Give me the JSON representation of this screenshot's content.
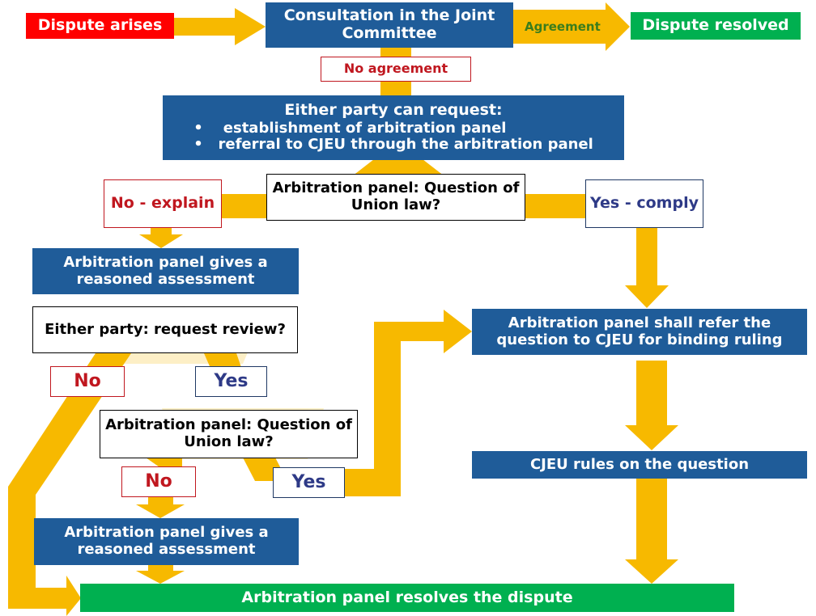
{
  "colors": {
    "arrow": "#f7b900",
    "blue_box": "#1f5c99",
    "red_text": "#c0171f",
    "navy_text": "#2e3a87",
    "green": "#00b050",
    "red_fill": "#ff0000"
  },
  "nodes": {
    "dispute_arises": "Dispute arises",
    "consultation": "Consultation in the Joint Committee",
    "agreement": "Agreement",
    "dispute_resolved": "Dispute resolved",
    "no_agreement": "No agreement",
    "either_party_title": "Either party can request:",
    "either_party_bullets": [
      "establishment of arbitration panel",
      "referral to CJEU through the arbitration panel"
    ],
    "question_union_law_1": "Arbitration panel: Question of Union law?",
    "no_explain": "No - explain",
    "yes_comply": "Yes - comply",
    "reasoned_assessment_1": "Arbitration panel gives a reasoned assessment",
    "request_review": "Either party: request review?",
    "no_1": "No",
    "yes_1": "Yes",
    "question_union_law_2": "Arbitration panel: Question of Union law?",
    "no_2": "No",
    "yes_2": "Yes",
    "reasoned_assessment_2": "Arbitration panel gives a reasoned assessment",
    "refer_cjeu": "Arbitration panel shall refer the question to CJEU for binding ruling",
    "cjeu_rules": "CJEU rules on the question",
    "resolves": "Arbitration panel resolves the dispute"
  }
}
